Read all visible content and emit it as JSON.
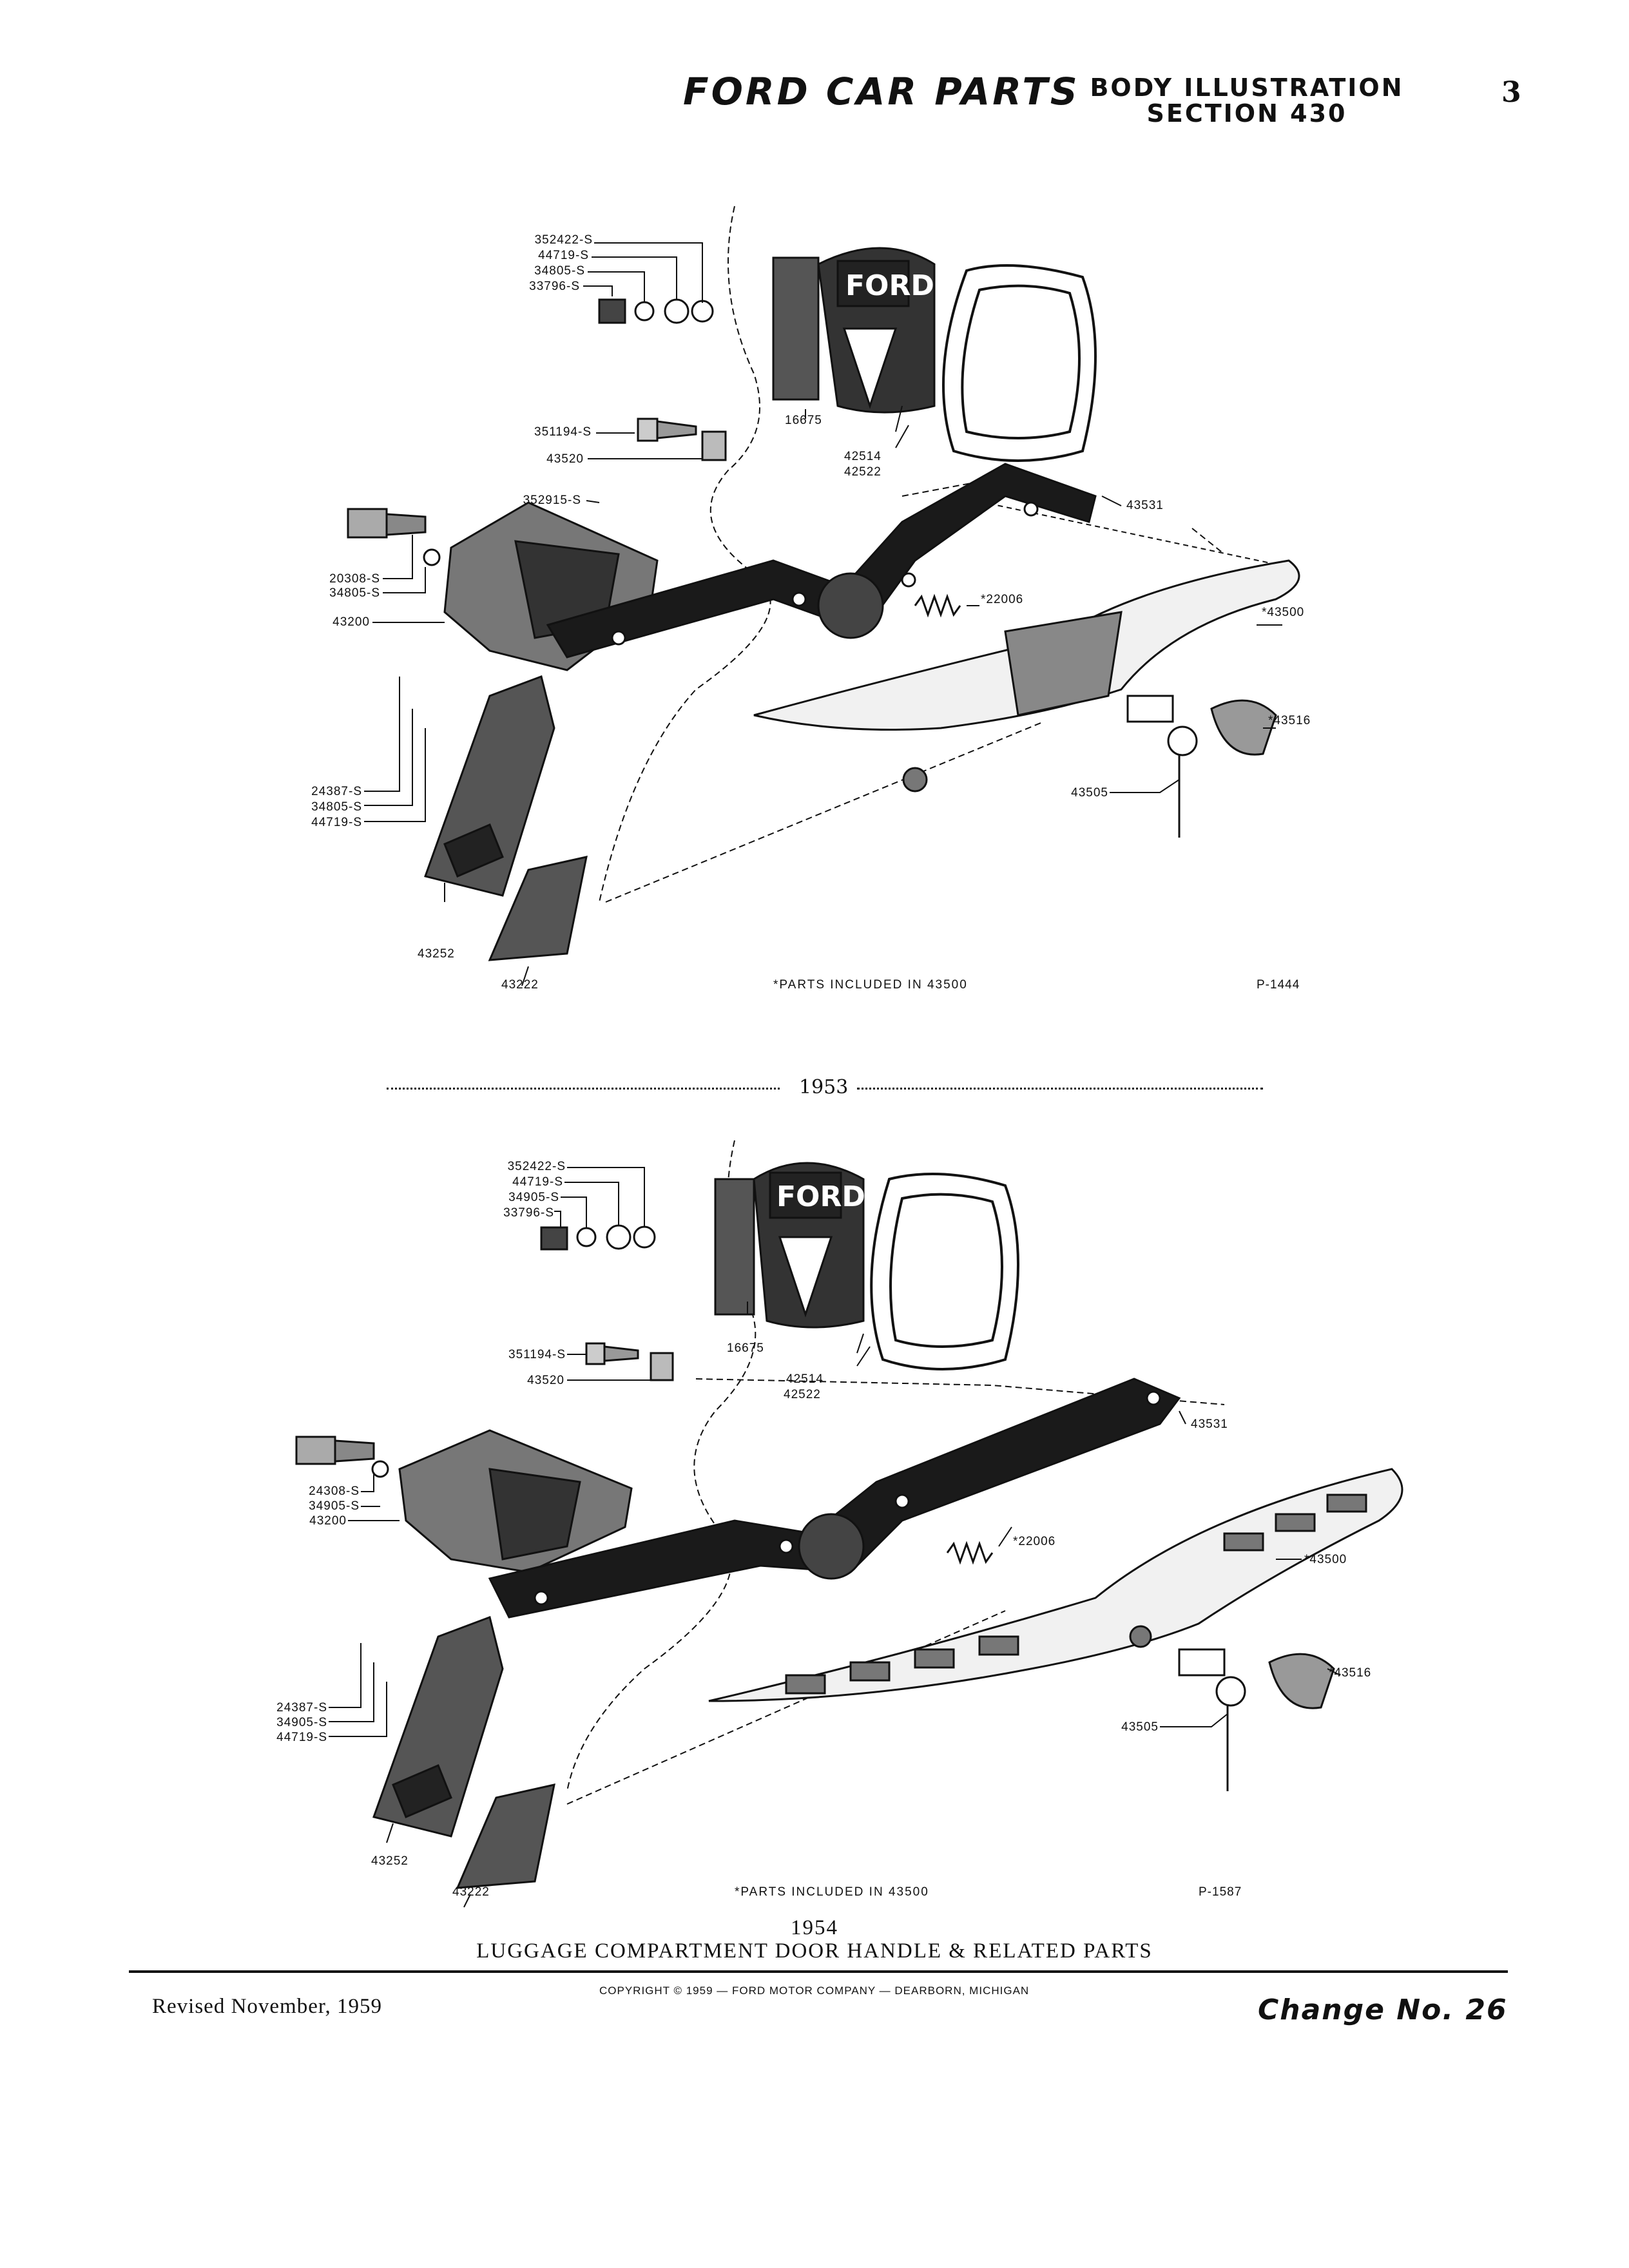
{
  "header": {
    "brand": "FORD CAR PARTS",
    "section_line1": "BODY ILLUSTRATION",
    "section_line2": "SECTION 430",
    "page_number": "3"
  },
  "diagram_1953": {
    "labels": {
      "p352422": "352422-S",
      "p44719a": "44719-S",
      "p34805a": "34805-S",
      "p33796": "33796-S",
      "p16675": "16675",
      "p42514": "42514",
      "p42522": "42522",
      "p351194": "351194-S",
      "p43520": "43520",
      "p352915": "352915-S",
      "p43531": "43531",
      "p20308": "20308-S",
      "p34805b": "34805-S",
      "p43200": "43200",
      "p22006": "*22006",
      "p43500": "*43500",
      "p43516": "*43516",
      "p43505": "43505",
      "p24387": "24387-S",
      "p34805c": "34805-S",
      "p44719b": "44719-S",
      "p43252": "43252",
      "p43222": "43222"
    },
    "note": "*PARTS INCLUDED IN 43500",
    "plate": "P-1444"
  },
  "year_divider": "1953",
  "diagram_1954": {
    "labels": {
      "p352422": "352422-S",
      "p44719a": "44719-S",
      "p34905a": "34905-S",
      "p33796": "33796-S",
      "p16675": "16675",
      "p42514": "42514",
      "p42522": "42522",
      "p351194": "351194-S",
      "p43520": "43520",
      "p43531": "43531",
      "p24308": "24308-S",
      "p34905b": "34905-S",
      "p43200": "43200",
      "p22006": "*22006",
      "p43500": "*43500",
      "p43516": "*43516",
      "p43505": "43505",
      "p24387": "24387-S",
      "p34905c": "34905-S",
      "p44719b": "44719-S",
      "p43252": "43252",
      "p43222": "43222"
    },
    "note": "*PARTS INCLUDED IN 43500",
    "plate": "P-1587"
  },
  "caption": {
    "year": "1954",
    "title": "LUGGAGE COMPARTMENT DOOR HANDLE & RELATED PARTS"
  },
  "footer": {
    "revised": "Revised November, 1959",
    "copyright": "COPYRIGHT © 1959 — FORD MOTOR COMPANY — DEARBORN, MICHIGAN",
    "change": "Change No. 26"
  }
}
